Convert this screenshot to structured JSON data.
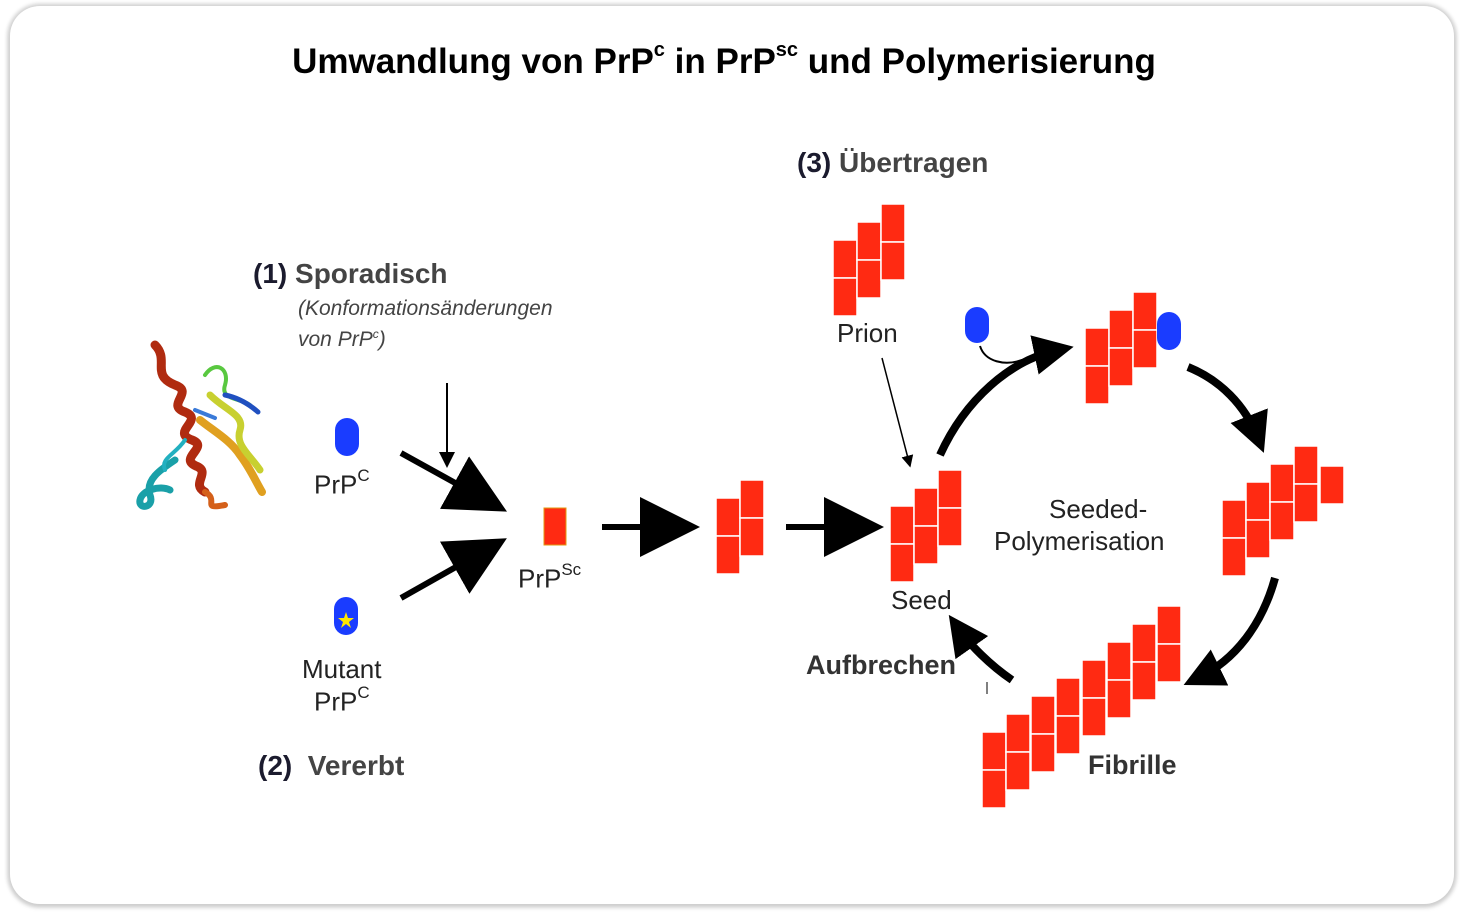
{
  "title": {
    "part1": "Umwandlung von  PrP",
    "sup1": "c",
    "part2": " in PrP",
    "sup2": "sc",
    "part3": " und Polymerisierung"
  },
  "pathways": {
    "sporadic": {
      "number": "(1)",
      "label": "Sporadisch",
      "note_line1": "(Konformationsänderungen",
      "note_line2": "von PrP",
      "note_sup": "c",
      "note_end": ")"
    },
    "inherited": {
      "number": "(2)",
      "label": "Vererbt"
    },
    "transmitted": {
      "number": "(3)",
      "label": "Übertragen"
    }
  },
  "molecules": {
    "prpc": {
      "base": "PrP",
      "sup": "C"
    },
    "mutant_line1": "Mutant",
    "mutant_line2": {
      "base": "PrP",
      "sup": "C"
    },
    "prpsc": {
      "base": "PrP",
      "sup": "Sc"
    },
    "prion": "Prion",
    "seed": "Seed"
  },
  "cycle": {
    "center_line1": "Seeded-",
    "center_line2": "Polymerisation",
    "break_label": "Aufbrechen",
    "fibril_label": "Fibrille"
  },
  "colors": {
    "prpsc_block": "#ff2a12",
    "prpc_blob": "#1a3cff",
    "star": "#ffe600",
    "arrow": "#000000"
  }
}
